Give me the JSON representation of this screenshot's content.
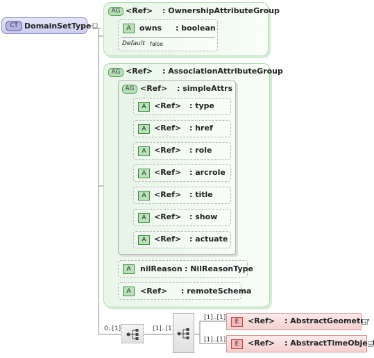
{
  "complex_type": {
    "badge": "CT",
    "name": "DomainSetType"
  },
  "ownership_group": {
    "badge": "AG",
    "ref": "<Ref>",
    "name": ": OwnershipAttributeGroup",
    "attribute": {
      "badge": "A",
      "name": "owns",
      "type": ": boolean",
      "default_label": "Default",
      "default_value": "false"
    }
  },
  "association_group": {
    "badge": "AG",
    "ref": "<Ref>",
    "name": ": AssociationAttributeGroup",
    "simple_attrs": {
      "badge": "AG",
      "ref": "<Ref>",
      "name": ": simpleAttrs",
      "attributes": [
        {
          "badge": "A",
          "ref": "<Ref>",
          "name": ": type"
        },
        {
          "badge": "A",
          "ref": "<Ref>",
          "name": ": href"
        },
        {
          "badge": "A",
          "ref": "<Ref>",
          "name": ": role"
        },
        {
          "badge": "A",
          "ref": "<Ref>",
          "name": ": arcrole"
        },
        {
          "badge": "A",
          "ref": "<Ref>",
          "name": ": title"
        },
        {
          "badge": "A",
          "ref": "<Ref>",
          "name": ": show"
        },
        {
          "badge": "A",
          "ref": "<Ref>",
          "name": ": actuate"
        }
      ]
    },
    "nil_reason": {
      "badge": "A",
      "name": "nilReason",
      "type": ": NilReasonType"
    },
    "remote_schema": {
      "badge": "A",
      "ref": "<Ref>",
      "name": ": remoteSchema"
    }
  },
  "sequence": {
    "occurrence": "0..[1]"
  },
  "choice": {
    "occurrence": "[1]..[1]"
  },
  "elements": [
    {
      "badge": "E",
      "ref": "<Ref>",
      "name": ": AbstractGeometry",
      "occurrence": "[1]..[1]"
    },
    {
      "badge": "E",
      "ref": "<Ref>",
      "name": ": AbstractTimeObject",
      "occurrence": "[1]..[1]"
    }
  ]
}
